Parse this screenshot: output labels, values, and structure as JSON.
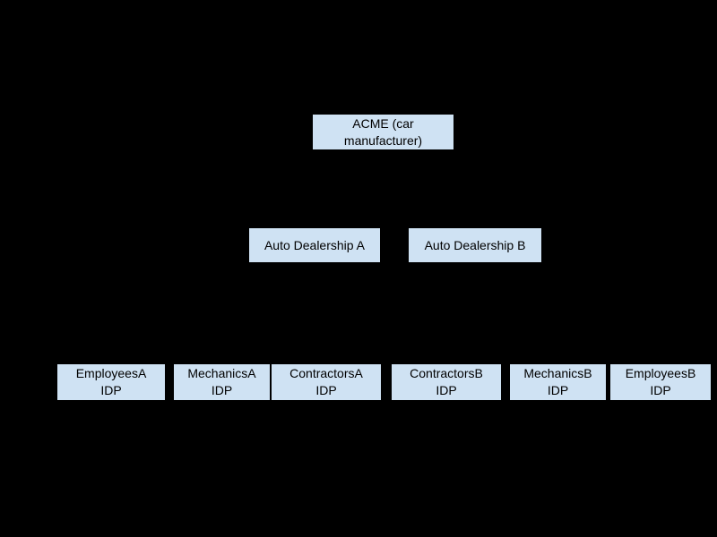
{
  "diagram": {
    "colors": {
      "background": "#000000",
      "node_fill": "#cfe2f3",
      "node_border": "#000000",
      "node_text": "#000000"
    },
    "nodes": {
      "acme": {
        "label": "ACME (car manufacturer)",
        "lines": [
          "ACME (car",
          "manufacturer)"
        ]
      },
      "dealership_a": {
        "label": "Auto Dealership A",
        "lines": [
          "Auto Dealership A"
        ]
      },
      "dealership_b": {
        "label": "Auto Dealership B",
        "lines": [
          "Auto Dealership B"
        ]
      },
      "employees_a": {
        "label": "EmployeesA IDP",
        "lines": [
          "EmployeesA",
          "IDP"
        ]
      },
      "mechanics_a": {
        "label": "MechanicsA IDP",
        "lines": [
          "MechanicsA",
          "IDP"
        ]
      },
      "contractors_a": {
        "label": "ContractorsA IDP",
        "lines": [
          "ContractorsA",
          "IDP"
        ]
      },
      "contractors_b": {
        "label": "ContractorsB IDP",
        "lines": [
          "ContractorsB",
          "IDP"
        ]
      },
      "mechanics_b": {
        "label": "MechanicsB IDP",
        "lines": [
          "MechanicsB",
          "IDP"
        ]
      },
      "employees_b": {
        "label": "EmployeesB IDP",
        "lines": [
          "EmployeesB",
          "IDP"
        ]
      }
    }
  }
}
